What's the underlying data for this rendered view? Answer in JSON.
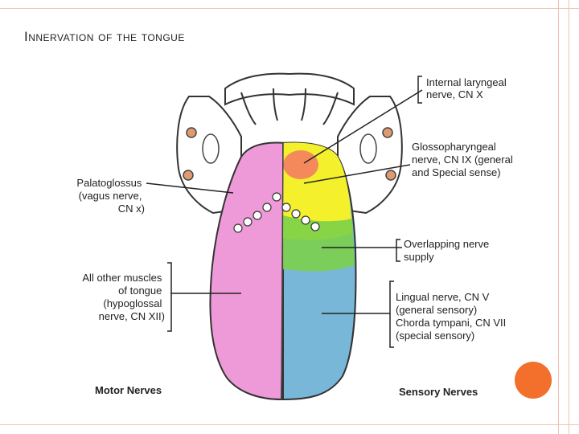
{
  "slide": {
    "title": "Innervation of the tongue"
  },
  "labels": {
    "internal_laryngeal": [
      "Internal laryngeal",
      "nerve, CN X"
    ],
    "glossopharyngeal": [
      "Glossopharyngeal",
      "nerve, CN IX (general",
      "and Special sense)"
    ],
    "palatoglossus": [
      "Palatoglossus",
      "(vagus nerve,",
      "CN x)"
    ],
    "overlapping": [
      "Overlapping nerve",
      "supply"
    ],
    "other_muscles": [
      "All other muscles",
      "of tongue",
      "(hypoglossal",
      "nerve, CN XII)"
    ],
    "lingual": [
      "Lingual nerve, CN V",
      "(general sensory)",
      "Chorda tympani, CN VII",
      "(special sensory)"
    ],
    "motor_nerves": "Motor Nerves",
    "sensory_nerves": "Sensory Nerves"
  },
  "colors": {
    "motor_region": "#ee9ad8",
    "sensory_region": "#79b7d9",
    "glossopharyngeal_region": "#f4f02c",
    "internal_laryngeal_region": "#f48a5c",
    "overlap_region": "#7bd04a",
    "frame": "#f2c2b0",
    "accent": "#f26f2c"
  }
}
